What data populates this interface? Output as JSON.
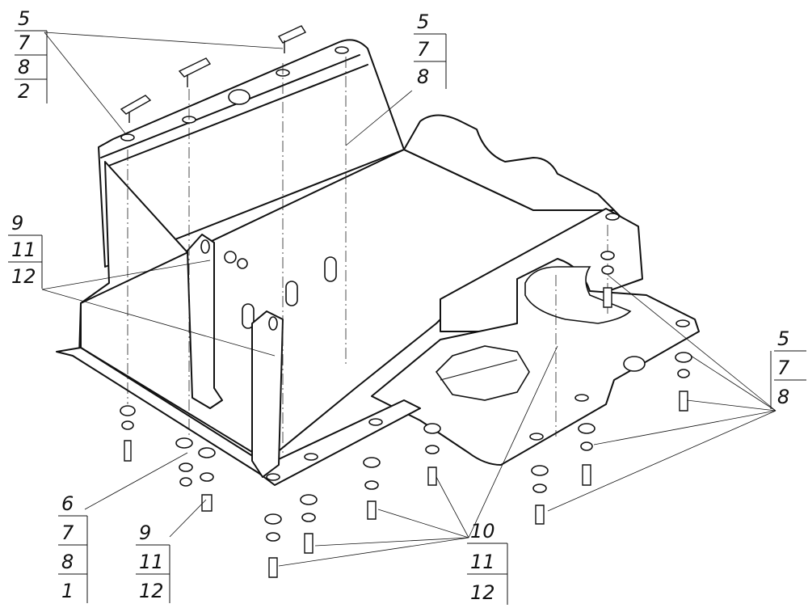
{
  "callouts": [
    {
      "id": "callout-top-left",
      "labels": [
        "5",
        "7",
        "8",
        "2"
      ]
    },
    {
      "id": "callout-top-center",
      "labels": [
        "5",
        "7",
        "8"
      ]
    },
    {
      "id": "callout-left-middle",
      "labels": [
        "9",
        "11",
        "12"
      ]
    },
    {
      "id": "callout-right",
      "labels": [
        "5",
        "7",
        "8"
      ]
    },
    {
      "id": "callout-bottom-left",
      "labels": [
        "6",
        "7",
        "8",
        "1"
      ]
    },
    {
      "id": "callout-bottom-left-2",
      "labels": [
        "9",
        "11",
        "12"
      ]
    },
    {
      "id": "callout-bottom-center",
      "labels": [
        "10",
        "11",
        "12"
      ]
    }
  ]
}
